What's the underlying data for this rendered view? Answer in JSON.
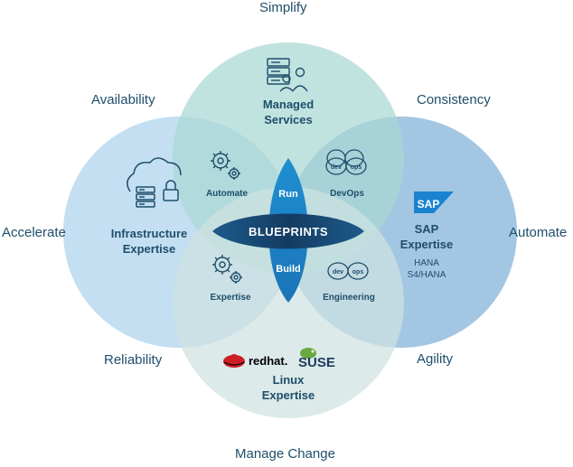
{
  "outer_labels": {
    "simplify": "Simplify",
    "availability": "Availability",
    "consistency": "Consistency",
    "accelerate": "Accelerate",
    "automate": "Automate",
    "reliability": "Reliability",
    "agility": "Agility",
    "manage_change": "Manage Change"
  },
  "circles": {
    "managed_services": {
      "line1": "Managed",
      "line2": "Services"
    },
    "infrastructure": {
      "line1": "Infrastructure",
      "line2": "Expertise"
    },
    "sap": {
      "logo": "SAP",
      "line1": "SAP",
      "line2": "Expertise",
      "sub1": "HANA",
      "sub2": "S4/HANA"
    },
    "linux": {
      "line1": "Linux",
      "line2": "Expertise",
      "redhat": "redhat.",
      "suse": "SUSE"
    }
  },
  "overlaps": {
    "automate": "Automate",
    "devops": "DevOps",
    "expertise": "Expertise",
    "engineering": "Engineering",
    "devops_badge_left": "dev",
    "devops_badge_right": "ops"
  },
  "center": {
    "title": "BLUEPRINTS",
    "run": "Run",
    "build": "Build"
  },
  "colors": {
    "top_circle": "#a9d8d4",
    "left_circle": "#b9d9ee",
    "right_circle": "#7fb0d8",
    "bottom_circle": "#cfe2e0",
    "text_dark": "#1f4e6b",
    "blueprint_dark": "#17466d",
    "blueprint_light": "#1f8fd0",
    "sap_blue": "#1a83d0",
    "redhat_red": "#cc1f25",
    "suse_green": "#6aa842"
  },
  "icons": [
    "server-people-icon",
    "cloud-server-lock-icon",
    "gears-icon",
    "devops-icon",
    "sap-logo",
    "redhat-logo",
    "suse-logo"
  ]
}
